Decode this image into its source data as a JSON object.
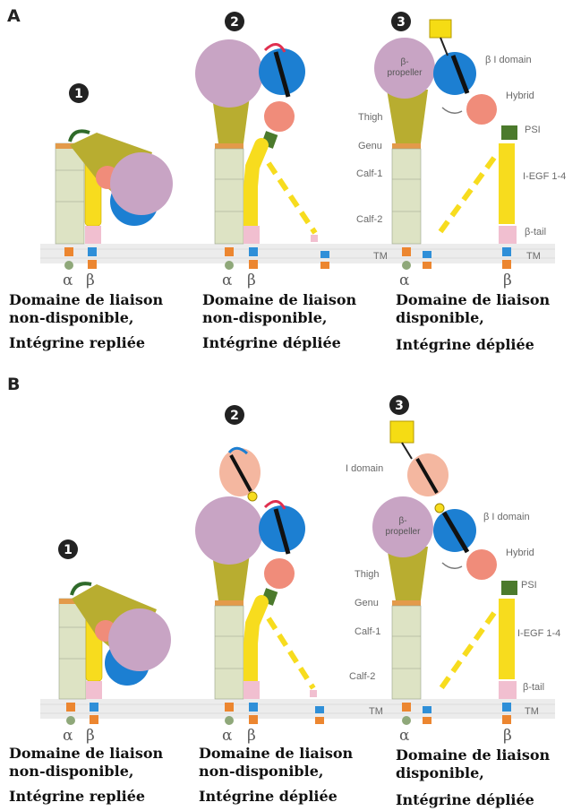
{
  "panels": [
    {
      "letter": "A",
      "stages": [
        {
          "number": "1",
          "caption": [
            "Domaine de liaison",
            "non-disponible,",
            "Intégrine repliée"
          ]
        },
        {
          "number": "2",
          "caption": [
            "Domaine de liaison",
            "non-disponible,",
            "Intégrine dépliée"
          ]
        },
        {
          "number": "3",
          "caption": [
            "Domaine de liaison",
            "disponible,",
            "Intégrine dépliée"
          ]
        }
      ]
    },
    {
      "letter": "B",
      "stages": [
        {
          "number": "1",
          "caption": [
            "Domaine de liaison",
            "non-disponible,",
            "Intégrine repliée"
          ]
        },
        {
          "number": "2",
          "caption": [
            "Domaine de liaison",
            "non-disponible,",
            "Intégrine dépliée"
          ]
        },
        {
          "number": "3",
          "caption": [
            "Domaine de liaison",
            "disponible,",
            "Intégrine dépliée"
          ]
        }
      ]
    }
  ],
  "labels": {
    "alpha": "α",
    "beta": "β",
    "beta_propeller": [
      "β-",
      "propeller"
    ],
    "beta_i_domain": "β I domain",
    "i_domain": "I domain",
    "hybrid": "Hybrid",
    "psi": "PSI",
    "thigh": "Thigh",
    "genu": "Genu",
    "calf1": "Calf-1",
    "calf2": "Calf-2",
    "i_egf": "I-EGF 1-4",
    "beta_tail": "β-tail",
    "tm": "TM"
  },
  "colors": {
    "propeller": "#c8a4c4",
    "thigh": "#b8ad30",
    "leg": "#dde3c4",
    "beta_i": "#1c7fd2",
    "hybrid": "#f08c7a",
    "psi": "#4b7a2c",
    "egf": "#f7dc1e",
    "ligand": "#f5dc14",
    "i_domain": "#f4b7a0",
    "btail": "#f1bfd0",
    "tm_blue": "#2f8fd8",
    "tm_orange": "#ec8630",
    "alpha_cyto": "#8fa87a",
    "membrane": "#e6e6e6"
  }
}
